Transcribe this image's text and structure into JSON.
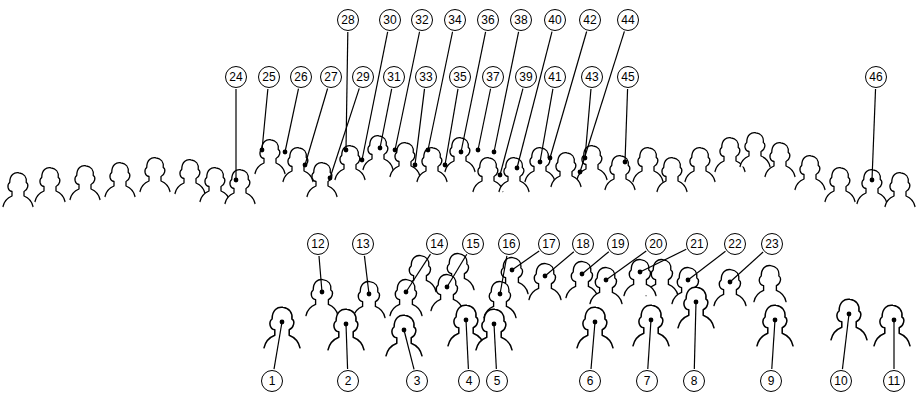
{
  "diagram": {
    "nodes": [
      {
        "text": [
          "1"
        ]
      },
      {
        "text": [
          "2"
        ]
      },
      {
        "text": [
          "3"
        ]
      },
      {
        "text": [
          "4"
        ]
      },
      {
        "text": [
          "5"
        ]
      },
      {
        "text": [
          "6"
        ]
      },
      {
        "text": [
          "7"
        ]
      },
      {
        "text": [
          "8"
        ]
      },
      {
        "text": [
          "9"
        ]
      },
      {
        "text": [
          "10"
        ]
      },
      {
        "text": [
          "11"
        ]
      },
      {
        "text": [
          "12"
        ]
      },
      {
        "text": [
          "13"
        ]
      },
      {
        "text": [
          "14"
        ]
      },
      {
        "text": [
          "15"
        ]
      },
      {
        "text": [
          "16"
        ]
      },
      {
        "text": [
          "17"
        ]
      },
      {
        "text": [
          "18"
        ]
      },
      {
        "text": [
          "19"
        ]
      },
      {
        "text": [
          "20"
        ]
      },
      {
        "text": [
          "21"
        ]
      },
      {
        "text": [
          "22"
        ]
      },
      {
        "text": [
          "23"
        ]
      },
      {
        "text": [
          "24"
        ]
      },
      {
        "text": [
          "25"
        ]
      },
      {
        "text": [
          "26"
        ]
      },
      {
        "text": [
          "27"
        ]
      },
      {
        "text": [
          "28"
        ]
      },
      {
        "text": [
          "29"
        ]
      },
      {
        "text": [
          "30"
        ]
      },
      {
        "text": [
          "31"
        ]
      },
      {
        "text": [
          "32"
        ]
      },
      {
        "text": [
          "33"
        ]
      },
      {
        "text": [
          "34"
        ]
      },
      {
        "text": [
          "35"
        ]
      },
      {
        "text": [
          "36"
        ]
      },
      {
        "text": [
          "37"
        ]
      },
      {
        "text": [
          "38"
        ]
      },
      {
        "text": [
          "39"
        ]
      },
      {
        "text": [
          "40"
        ]
      },
      {
        "text": [
          "41"
        ]
      },
      {
        "text": [
          "42"
        ]
      },
      {
        "text": [
          "43"
        ]
      },
      {
        "text": [
          "44"
        ]
      },
      {
        "text": [
          "45"
        ]
      },
      {
        "text": [
          "46"
        ]
      }
    ]
  }
}
